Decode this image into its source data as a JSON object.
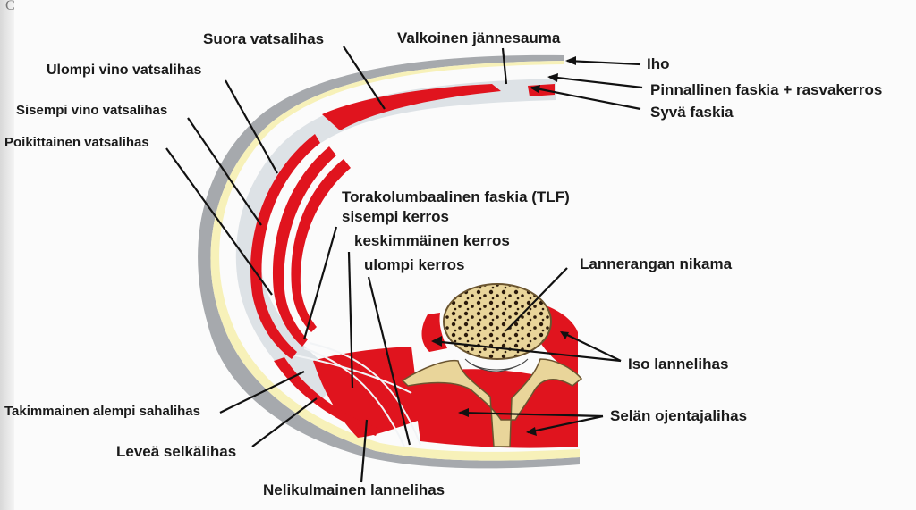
{
  "corner_letter": "C",
  "labels": {
    "suora": "Suora vatsalihas",
    "valkoinen": "Valkoinen jännesauma",
    "iho": "Iho",
    "pinnallinen": "Pinnallinen faskia + rasvakerros",
    "syva": "Syvä faskia",
    "ulompi_vino": "Ulompi vino vatsalihas",
    "sisempi_vino": "Sisempi vino vatsalihas",
    "poikittainen": "Poikittainen vatsalihas",
    "tlf_title": "Torakolumbaalinen faskia (TLF)",
    "tlf_sisempi": "sisempi kerros",
    "tlf_keskimmainen": "keskimmäinen kerros",
    "tlf_ulompi": "ulompi kerros",
    "lannerangan": "Lannerangan nikama",
    "iso": "Iso lannelihas",
    "takimmainen": "Takimmainen alempi sahalihas",
    "selan": "Selän ojentajalihas",
    "levea": "Leveä selkälihas",
    "nelikulmainen": "Nelikulmainen lannelihas"
  },
  "colors": {
    "muscle": "#e0141e",
    "fat": "#f7f1b9",
    "fascia": "#d8dde2",
    "skin": "#a6a9ad",
    "bone": "#e9d59a",
    "bone_spot": "#2b1a0c",
    "pointer": "#111111"
  }
}
